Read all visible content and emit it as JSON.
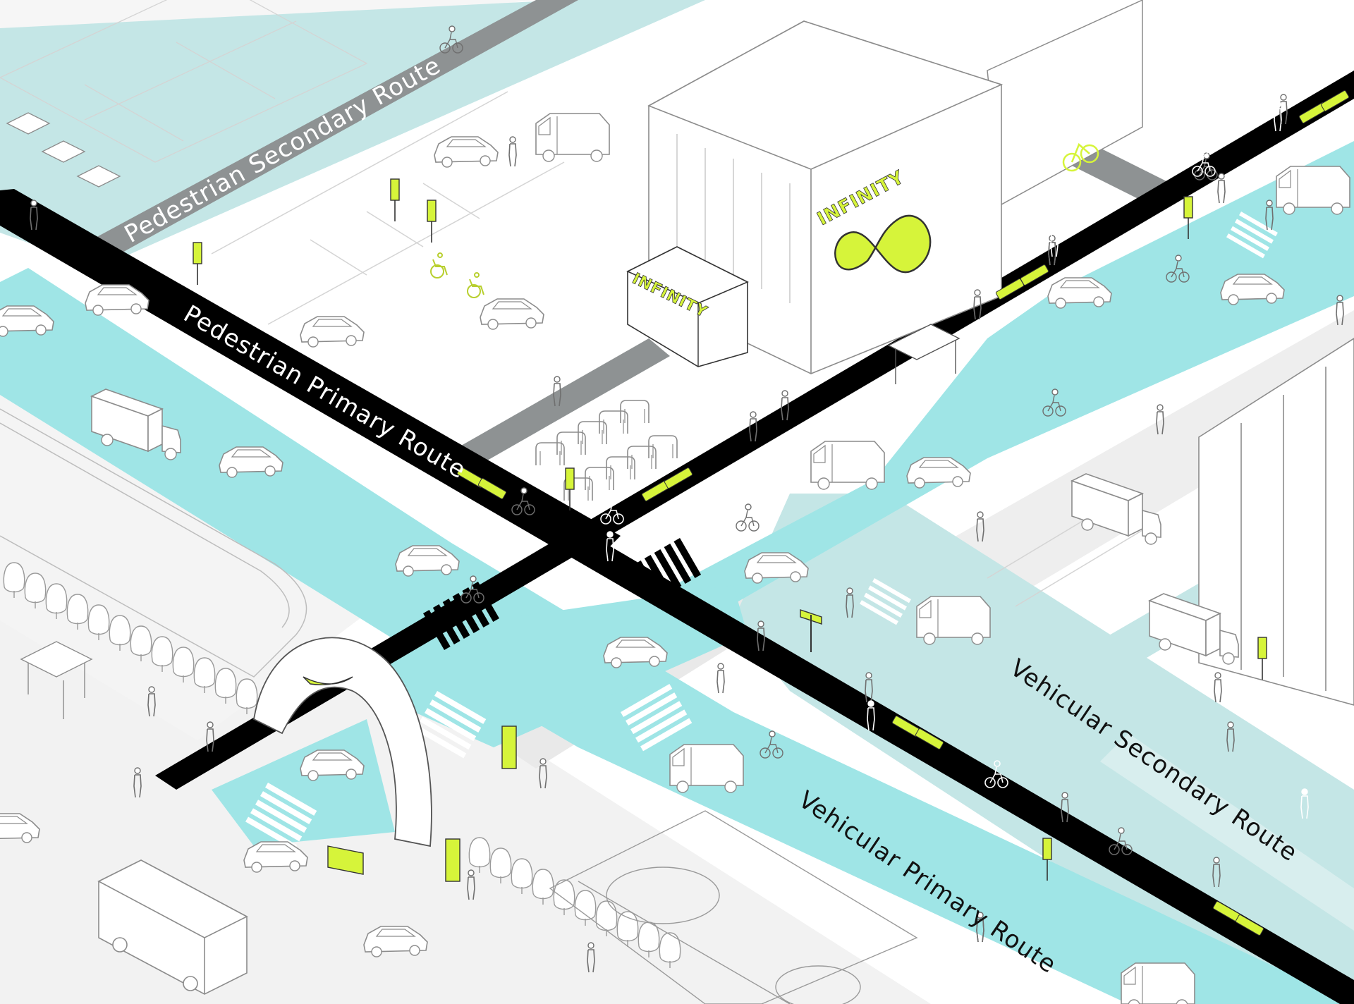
{
  "labels": {
    "pedestrian_secondary": "Pedestrian Secondary Route",
    "pedestrian_primary": "Pedestrian Primary Route",
    "vehicular_primary": "Vehicular Primary Route",
    "vehicular_secondary": "Vehicular Secondary Route"
  },
  "brand": {
    "building_sign": "INFINITY",
    "entrance_sign": "INFINITY"
  },
  "colors": {
    "vehicular": "#9fe5e6",
    "vehicular_light": "#c4e6e6",
    "pedestrian": "#000000",
    "secondary_pedestrian": "#8e9293",
    "accent": "#d6f43a",
    "line": "#8c8c8c",
    "ground": "#f0f0f0"
  },
  "icons": [
    "car-icon",
    "van-icon",
    "truck-icon",
    "bus-icon",
    "cyclist-icon",
    "pedestrian-icon",
    "bike-rack-icon",
    "infinity-logo-icon",
    "swoosh-logo-icon",
    "wheelchair-icon",
    "wayfinding-sign-icon",
    "tree-icon",
    "basketball-court-icon",
    "picnic-table-icon"
  ]
}
